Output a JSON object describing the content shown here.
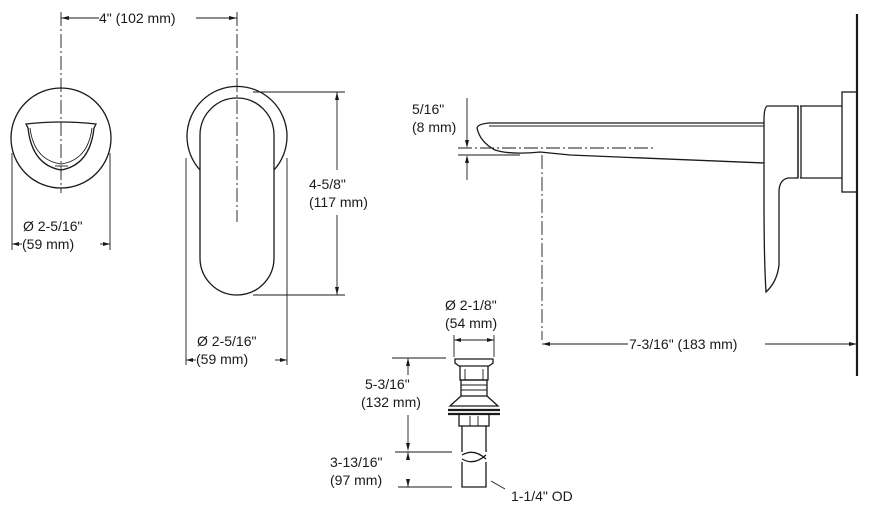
{
  "diagram": {
    "title": "Wall-mount faucet dimension drawing",
    "line_color": "#1a1a1a",
    "background": "#ffffff",
    "views": {
      "spout_front": {
        "diameter_in": "Ø 2-5/16\"",
        "diameter_mm": "(59 mm)"
      },
      "handle_front": {
        "diameter_in": "Ø 2-5/16\"",
        "diameter_mm": "(59 mm)",
        "height_in": "4-5/8\"",
        "height_mm": "(117 mm)"
      },
      "center_spacing": {
        "label": "4\" (102 mm)"
      },
      "side_view": {
        "spout_drop_in": "5/16\"",
        "spout_drop_mm": "(8 mm)",
        "projection_label": "7-3/16\" (183 mm)"
      },
      "drain": {
        "diameter_in": "Ø 2-1/8\"",
        "diameter_mm": "(54 mm)",
        "upper_height_in": "5-3/16\"",
        "upper_height_mm": "(132 mm)",
        "lower_height_in": "3-13/16\"",
        "lower_height_mm": "(97 mm)",
        "tailpiece_label": "1-1/4\" OD"
      }
    }
  }
}
